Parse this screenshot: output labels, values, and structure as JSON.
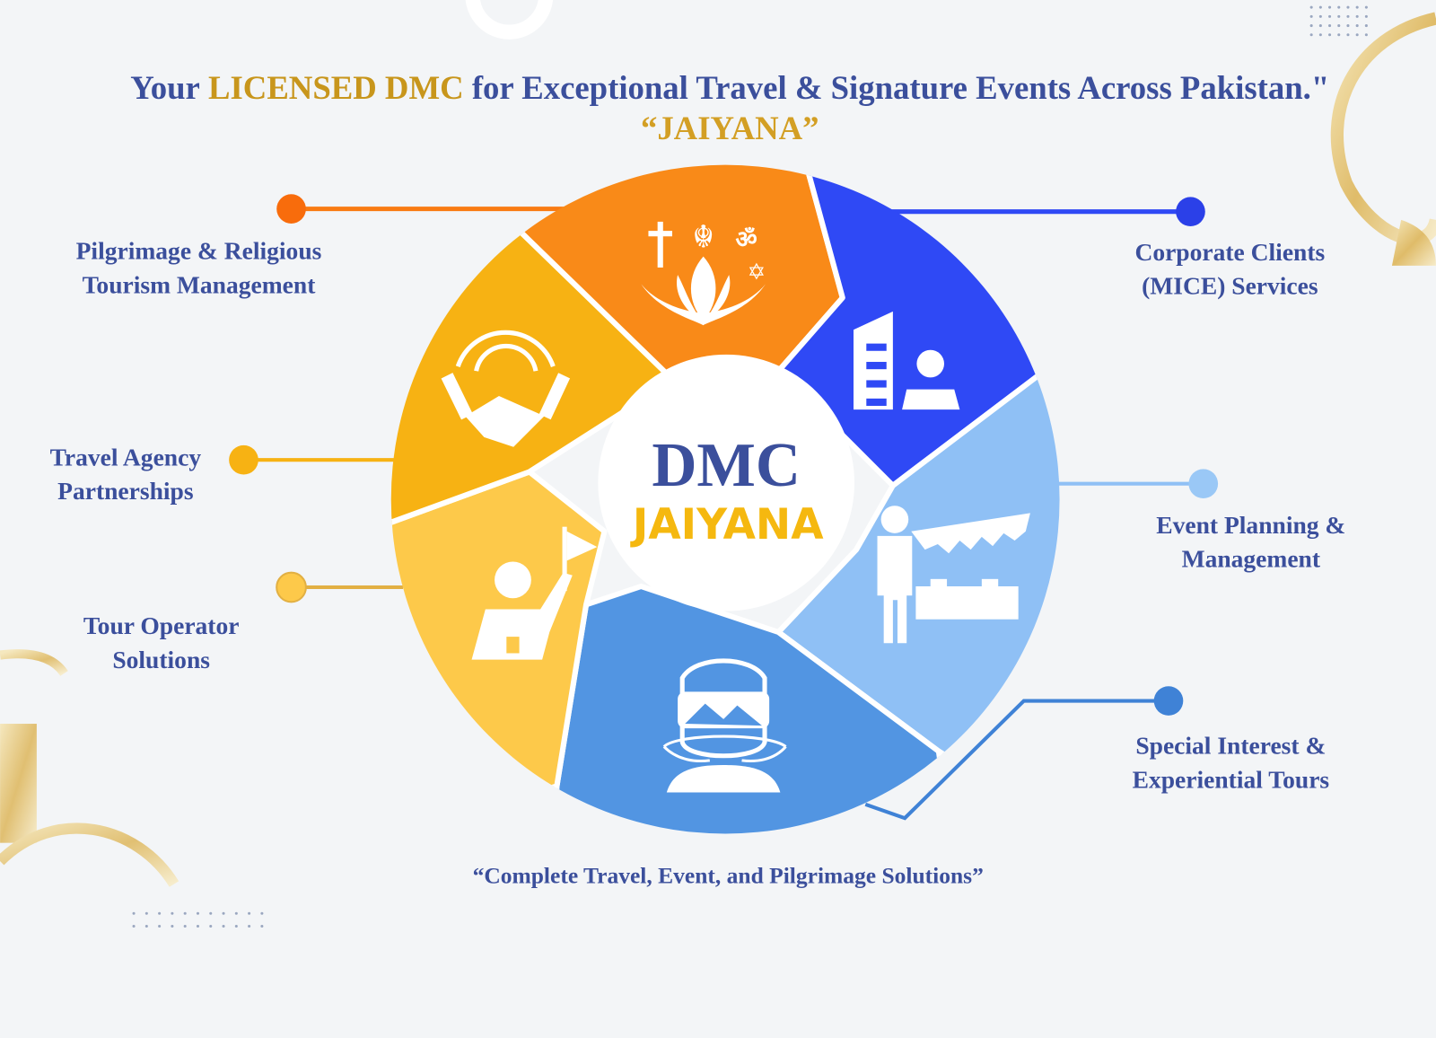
{
  "title": {
    "prefix": "Your",
    "highlight": "LICENSED DMC",
    "suffix": "for Exceptional Travel & Signature Events Across Pakistan.\"",
    "brand_quoted": "“JAIYANA”"
  },
  "center": {
    "line1": "DMC",
    "line2": "JAIYANA"
  },
  "services": [
    {
      "line1": "Pilgrimage & Religious",
      "line2": "Tourism Management",
      "color": "#f97b12"
    },
    {
      "line1": "Corporate Clients",
      "line2": "(MICE) Services",
      "color": "#2f49f5"
    },
    {
      "line1": "Travel Agency",
      "line2": "Partnerships",
      "color": "#f7b213"
    },
    {
      "line1": "Event Planning &",
      "line2": "Management",
      "color": "#8fc0f5"
    },
    {
      "line1": "Tour Operator",
      "line2": "Solutions",
      "color": "#fdc94a"
    },
    {
      "line1": "Special Interest &",
      "line2": "Experiential Tours",
      "color": "#5295e2"
    }
  ],
  "tagline": "“Complete Travel, Event, and Pilgrimage Solutions”",
  "colors": {
    "navy": "#3b4f9c",
    "gold": "#c8961c",
    "brand_yellow": "#f5b80f"
  }
}
